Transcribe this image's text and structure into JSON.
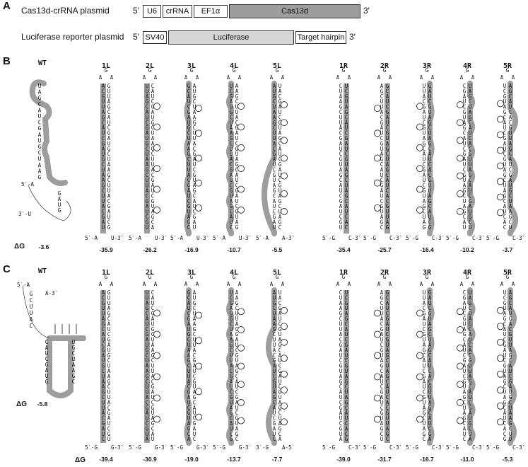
{
  "panels": {
    "a": {
      "letter": "A",
      "plasmids": [
        {
          "name": "Cas13d-crRNA plasmid",
          "five": "5′",
          "three": "3′",
          "parts": [
            "U6",
            "crRNA",
            "EF1α",
            "Cas13d"
          ]
        },
        {
          "name": "Luciferase reporter plasmid",
          "five": "5′",
          "three": "3′",
          "parts": [
            "SV40",
            "Luciferase",
            "Target hairpin"
          ]
        }
      ]
    },
    "b": {
      "letter": "B",
      "dg_label": "ΔG",
      "wt": {
        "name": "WT",
        "dg": "-3.6",
        "five": "5′-A",
        "three": "3′-U"
      },
      "columns": [
        {
          "name": "1L",
          "dg": "-35.9",
          "five": "5′-A",
          "three": "U-3′"
        },
        {
          "name": "2L",
          "dg": "-26.2",
          "five": "5′-A",
          "three": "U-3′"
        },
        {
          "name": "3L",
          "dg": "-16.9",
          "five": "5′-A",
          "three": "U-3′"
        },
        {
          "name": "4L",
          "dg": "-10.7",
          "five": "5′-A",
          "three": "U-3′"
        },
        {
          "name": "5L",
          "dg": "-5.5",
          "five": "5′-A",
          "three": "A-3′"
        },
        {
          "name": "1R",
          "dg": "-35.4",
          "five": "5′-G",
          "three": "C-3′"
        },
        {
          "name": "2R",
          "dg": "-25.7",
          "five": "5′-G",
          "three": "C-3′"
        },
        {
          "name": "3R",
          "dg": "-16.4",
          "five": "5′-G",
          "three": "C-3′"
        },
        {
          "name": "4R",
          "dg": "-10.2",
          "five": "5′-G",
          "three": "C-3′"
        },
        {
          "name": "5R",
          "dg": "-3.7",
          "five": "5′-G",
          "three": "C-3′"
        }
      ]
    },
    "c": {
      "letter": "C",
      "dg_label": "ΔG",
      "wt": {
        "name": "WT",
        "dg": "-5.8",
        "five": "5′-A",
        "three": "A-3′"
      },
      "columns": [
        {
          "name": "1L",
          "dg": "-39.4",
          "five": "5′-G",
          "three": "G-3′"
        },
        {
          "name": "2L",
          "dg": "-30.9",
          "five": "5′-G",
          "three": "G-3′"
        },
        {
          "name": "3L",
          "dg": "-19.0",
          "five": "5′-G",
          "three": "G-3′"
        },
        {
          "name": "4L",
          "dg": "-13.7",
          "five": "5′-G",
          "three": "G-3′"
        },
        {
          "name": "5L",
          "dg": "-7.7",
          "five": "3′-G",
          "three": "A-5′"
        },
        {
          "name": "1R",
          "dg": "-39.0",
          "five": "5′-G",
          "three": "C-3′"
        },
        {
          "name": "2R",
          "dg": "-31.7",
          "five": "5′-G",
          "three": "C-3′"
        },
        {
          "name": "3R",
          "dg": "-16.7",
          "five": "5′-G",
          "three": "C-3′"
        },
        {
          "name": "4R",
          "dg": "-11.0",
          "five": "5′-G",
          "three": "C-3′"
        },
        {
          "name": "5R",
          "dg": "-5.3",
          "five": "5′-G",
          "three": "C-3′"
        }
      ]
    }
  },
  "colors": {
    "highlight": "#9d9d9d",
    "light": "#d6d6d6",
    "ink": "#111111"
  }
}
